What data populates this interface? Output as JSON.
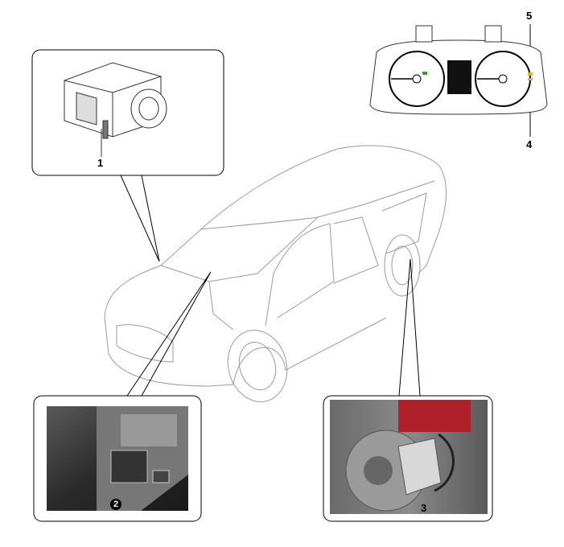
{
  "callouts": {
    "abs_unit": "1",
    "epb_switch": "2",
    "rear_caliper": "3",
    "label_4": "4",
    "label_5": "5"
  },
  "colors": {
    "line": "#000000",
    "car_line": "#9a9a9a",
    "caliper_red": "#b0202a",
    "warning_amber": "#f0b020",
    "indicator_green": "#2ca02c"
  }
}
